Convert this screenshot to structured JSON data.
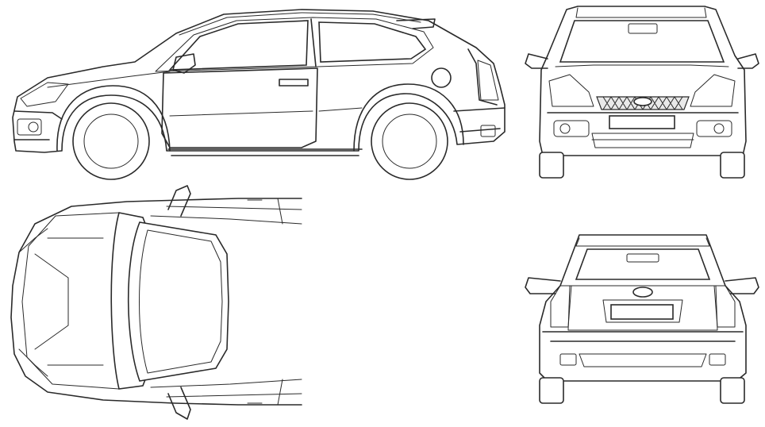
{
  "drawing": {
    "line_color": "#2a2a2a",
    "background": "#ffffff",
    "views": [
      "side-view",
      "front-view",
      "top-view",
      "rear-view"
    ]
  }
}
